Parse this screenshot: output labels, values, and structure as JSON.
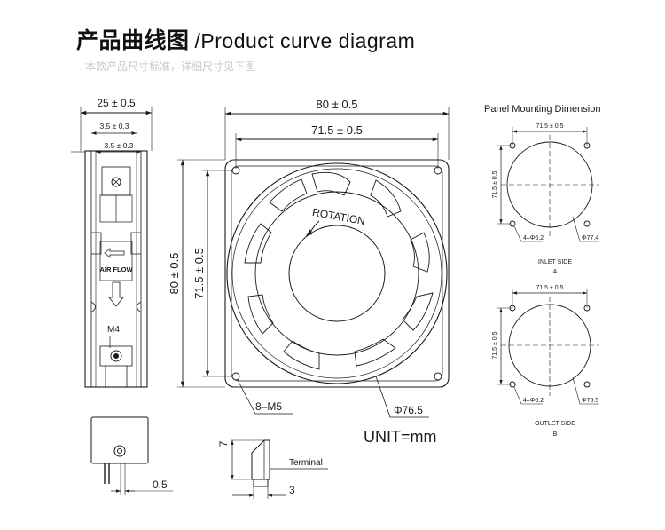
{
  "header": {
    "title_cn": "产品曲线图",
    "title_en": "/Product curve diagram",
    "subtitle": "本款产品尺寸标准，详细尺寸见下图"
  },
  "side_view": {
    "width_dim": "25 ± 0.5",
    "sub_dim_1": "3.5 ± 0.3",
    "sub_dim_2": "3.5 ± 0.3",
    "airflow_label": "AIR FLOW",
    "screw_label": "M4"
  },
  "front_view": {
    "outer_width": "80 ± 0.5",
    "hole_spacing_width": "71.5 ± 0.5",
    "outer_height": "80 ± 0.5",
    "hole_spacing_height": "71.5 ± 0.5",
    "rotation_label": "ROTATION",
    "screw_holes": "8–M5",
    "diameter": "Φ76.5",
    "unit": "UNIT=mm"
  },
  "panel_mounting": {
    "title": "Panel Mounting Dimension",
    "inlet": {
      "top_dim": "71.5 ± 0.5",
      "left_dim": "71.5 ± 0.5",
      "holes": "4–Φ6.2",
      "diameter": "Φ77.4",
      "caption": "INLET SIDE",
      "letter": "A"
    },
    "outlet": {
      "top_dim": "71.5 ± 0.5",
      "left_dim": "71.5 ± 0.5",
      "holes": "4–Φ6.2",
      "diameter": "Φ76.5",
      "caption": "OUTLET SIDE",
      "letter": "B"
    }
  },
  "terminal_views": {
    "left_dim": "0.5",
    "height_dim": "7",
    "terminal_label": "Terminal",
    "width_dim": "3"
  }
}
